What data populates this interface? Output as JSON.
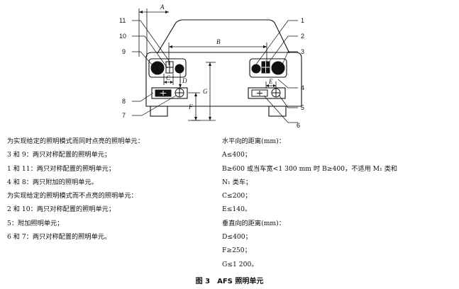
{
  "diagram": {
    "callouts": [
      "1",
      "2",
      "3",
      "4",
      "5",
      "6",
      "7",
      "8",
      "9",
      "10",
      "11"
    ],
    "dims": {
      "A": "A",
      "B": "B",
      "C": "C",
      "D": "D",
      "E": "E",
      "F": "F",
      "G": "G"
    }
  },
  "legend_left": [
    "为实现给定的照明模式而同时点亮的照明单元：",
    "3 和 9：两只对称配置的照明单元；",
    "1 和 11：两只对称配置的照明单元；",
    "4 和 8：两只附加的照明单元。",
    "为实现给定的照明模式而不点亮的照明单元：",
    "2 和 10：两只对称配置的照明单元；",
    "5：附加照明单元；",
    "6 和 7：两只对称配置的照明单元。"
  ],
  "legend_right": [
    "水平向的距离(mm)：",
    "A≤400；",
    "B≥600 或当车宽<1 300 mm 时 B≥400，不适用 M₁ 类和",
    "N₁ 类车；",
    "C≤200；",
    "E≤140。",
    "垂直向的距离(mm)：",
    "D≤400；",
    "F≥250；",
    "G≤1 200。"
  ],
  "caption": "图 3　AFS 照明单元"
}
